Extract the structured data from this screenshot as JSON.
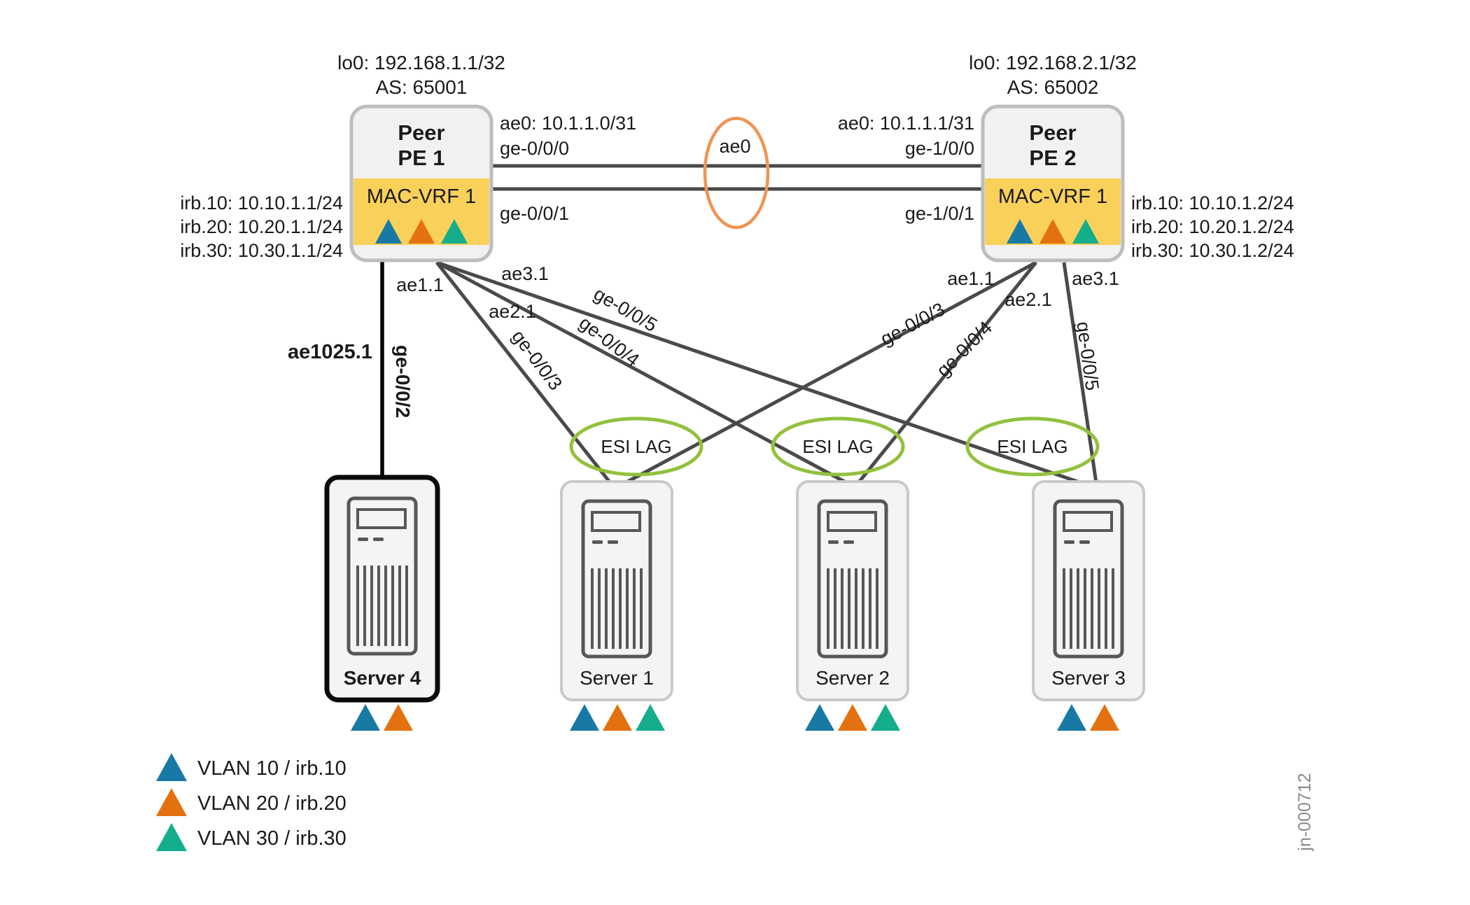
{
  "figure_id": "jn-000712",
  "pe1": {
    "lo0": "lo0: 192.168.1.1/32",
    "as": "AS: 65001",
    "name1": "Peer",
    "name2": "PE 1",
    "vrf": "MAC-VRF 1",
    "irb10": "irb.10: 10.10.1.1/24",
    "irb20": "irb.20: 10.20.1.1/24",
    "irb30": "irb.30: 10.30.1.1/24"
  },
  "pe2": {
    "lo0": "lo0: 192.168.2.1/32",
    "as": "AS: 65002",
    "name1": "Peer",
    "name2": "PE 2",
    "vrf": "MAC-VRF 1",
    "irb10": "irb.10: 10.10.1.2/24",
    "irb20": "irb.20: 10.20.1.2/24",
    "irb30": "irb.30: 10.30.1.2/24"
  },
  "core": {
    "pe1_ae": "ae0: 10.1.1.0/31",
    "pe1_if0": "ge-0/0/0",
    "pe1_if1": "ge-0/0/1",
    "pe2_ae": "ae0: 10.1.1.1/31",
    "pe2_if0": "ge-1/0/0",
    "pe2_if1": "ge-1/0/1",
    "bundle": "ae0"
  },
  "pe1_access": {
    "ae1": "ae1.1",
    "ae2": "ae2.1",
    "ae3": "ae3.1",
    "ge3": "ge-0/0/3",
    "ge4": "ge-0/0/4",
    "ge5": "ge-0/0/5",
    "s4_ae": "ae1025.1",
    "s4_if": "ge-0/0/2"
  },
  "pe2_access": {
    "ae1": "ae1.1",
    "ae2": "ae2.1",
    "ae3": "ae3.1",
    "ge3": "ge-0/0/3",
    "ge4": "ge-0/0/4",
    "ge5": "ge-0/0/5"
  },
  "esi": {
    "lag1": "ESI LAG",
    "lag2": "ESI LAG",
    "lag3": "ESI LAG"
  },
  "servers": {
    "s4": "Server 4",
    "s1": "Server 1",
    "s2": "Server 2",
    "s3": "Server 3"
  },
  "server_vlans": {
    "s4": [
      "VLAN 10",
      "VLAN 20"
    ],
    "s1": [
      "VLAN 10",
      "VLAN 20",
      "VLAN 30"
    ],
    "s2": [
      "VLAN 10",
      "VLAN 20",
      "VLAN 30"
    ],
    "s3": [
      "VLAN 10",
      "VLAN 20"
    ]
  },
  "legend": {
    "vlan10": "VLAN 10 / irb.10",
    "vlan20": "VLAN 20 / irb.20",
    "vlan30": "VLAN 30 / irb.30"
  },
  "colors": {
    "vlan10_triangle": "#1879a5",
    "vlan20_triangle": "#e4710f",
    "vlan30_triangle": "#14ae8c",
    "vrf_band": "#f9d15a",
    "esi_ellipse": "#92c13d",
    "ae0_ellipse": "#ef9452",
    "link_line": "#4a4a4a",
    "server4_link": "#000000"
  }
}
